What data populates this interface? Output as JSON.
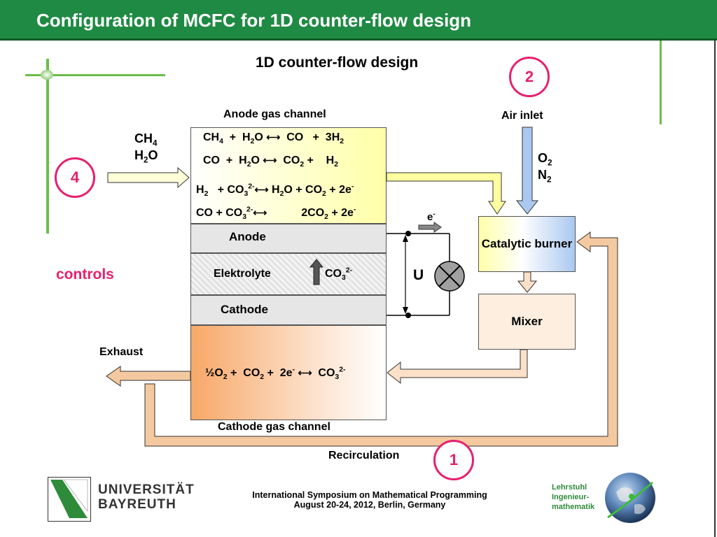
{
  "header": {
    "title": "Configuration of MCFC for 1D counter-flow design"
  },
  "diagram": {
    "heading": "1D counter-flow design",
    "anode_gas_channel_label": "Anode gas channel",
    "cathode_gas_channel_label": "Cathode gas channel",
    "air_inlet_label": "Air inlet",
    "exhaust_label": "Exhaust",
    "recirculation_label": "Recirculation",
    "controls_label": "controls",
    "voltage_label": "U",
    "layers": {
      "anode": "Anode",
      "electrolyte": "Elektrolyte",
      "cathode": "Cathode"
    },
    "boxes": {
      "burner": "Catalytic burner",
      "mixer": "Mixer"
    },
    "markers": [
      "4",
      "2",
      "1"
    ],
    "colors": {
      "accent": "#e6206e",
      "header": "#1f8a43",
      "recirculation": "#f5c9a0",
      "air": "#aac8f0",
      "anode_gas": "#ffffc0"
    }
  },
  "footer": {
    "university_line1": "UNIVERSITÄT",
    "university_line2": "BAYREUTH",
    "conference_line1": "International Symposium on Mathematical Programming",
    "conference_line2": "August 20-24, 2012, Berlin, Germany",
    "chair_line1": "Lehrstuhl",
    "chair_line2": "Ingenieur-",
    "chair_line3": "mathematik"
  }
}
